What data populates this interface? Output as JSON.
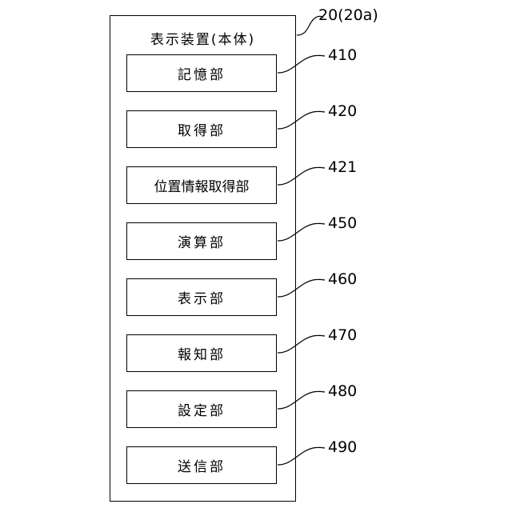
{
  "device": {
    "title": "表示装置(本体)",
    "ref": "20(20a)"
  },
  "units": [
    {
      "label": "記憶部",
      "ref": "410"
    },
    {
      "label": "取得部",
      "ref": "420"
    },
    {
      "label": "位置情報取得部",
      "ref": "421"
    },
    {
      "label": "演算部",
      "ref": "450"
    },
    {
      "label": "表示部",
      "ref": "460"
    },
    {
      "label": "報知部",
      "ref": "470"
    },
    {
      "label": "設定部",
      "ref": "480"
    },
    {
      "label": "送信部",
      "ref": "490"
    }
  ]
}
